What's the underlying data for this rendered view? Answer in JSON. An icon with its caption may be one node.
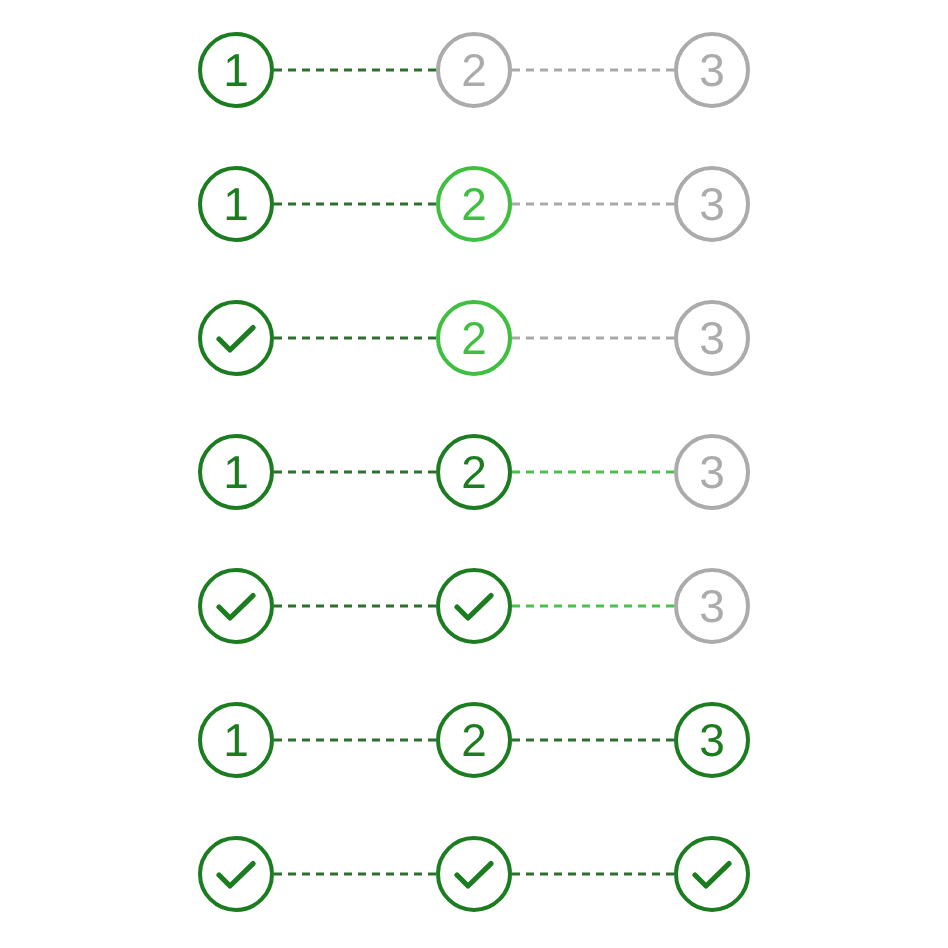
{
  "diagram": {
    "nodes": [
      {
        "text": [
          "1"
        ]
      },
      {
        "text": [
          "2"
        ]
      },
      {
        "text": [
          "3"
        ]
      },
      {
        "text": [
          "1"
        ]
      },
      {
        "text": [
          "2"
        ]
      },
      {
        "text": [
          "3"
        ]
      },
      {
        "text": [],
        "shape": "circle"
      },
      {
        "text": [
          "2"
        ]
      },
      {
        "text": [
          "3"
        ]
      },
      {
        "text": [
          "1"
        ]
      },
      {
        "text": [
          "2"
        ]
      },
      {
        "text": [
          "3"
        ]
      },
      {
        "text": [],
        "shape": "circle"
      },
      {
        "text": [],
        "shape": "circle"
      },
      {
        "text": [
          "3"
        ]
      },
      {
        "text": [
          "1"
        ]
      },
      {
        "text": [
          "2"
        ]
      },
      {
        "text": [
          "3"
        ]
      },
      {
        "text": [],
        "shape": "circle"
      },
      {
        "text": [],
        "shape": "circle"
      },
      {
        "text": [],
        "shape": "circle"
      }
    ],
    "edges": [
      {
        "from": 0,
        "to": 1,
        "arrow": "none",
        "style": "dashed"
      },
      {
        "from": 1,
        "to": 2,
        "arrow": "none",
        "style": "dashed",
        "color": "#a9a9a9"
      },
      {
        "from": 3,
        "to": 4,
        "arrow": "none",
        "style": "dashed"
      },
      {
        "from": 4,
        "to": 5,
        "arrow": "none",
        "style": "dashed",
        "color": "#a9a9a9"
      },
      {
        "from": 6,
        "to": 7,
        "arrow": "none",
        "style": "dashed"
      },
      {
        "from": 7,
        "to": 8,
        "arrow": "none",
        "style": "dashed",
        "color": "#a9a9a9"
      },
      {
        "from": 9,
        "to": 10,
        "arrow": "none",
        "style": "dashed"
      },
      {
        "from": 10,
        "to": 11,
        "arrow": "none",
        "style": "dashed",
        "color": "#4cbf4c"
      },
      {
        "from": 12,
        "to": 13,
        "arrow": "none",
        "style": "dashed"
      },
      {
        "from": 13,
        "to": 14,
        "arrow": "none",
        "style": "dashed",
        "color": "#4cbf4c"
      },
      {
        "from": 15,
        "to": 16,
        "arrow": "none",
        "style": "dashed"
      },
      {
        "from": 16,
        "to": 17,
        "arrow": "none",
        "style": "dashed"
      },
      {
        "from": 18,
        "to": 19,
        "arrow": "none",
        "style": "dashed"
      },
      {
        "from": 19,
        "to": 20,
        "arrow": "none",
        "style": "dashed"
      }
    ]
  }
}
